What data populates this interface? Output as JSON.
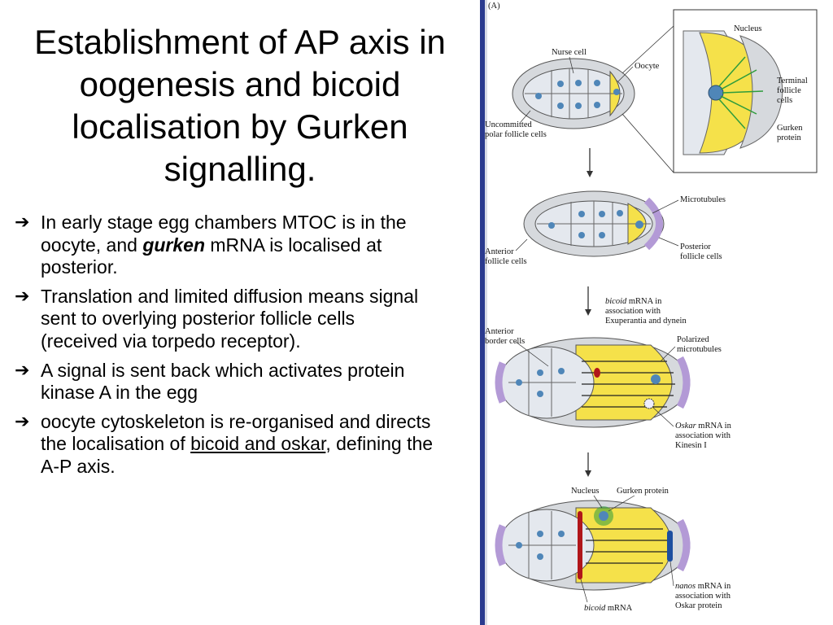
{
  "slide": {
    "title": "Establishment of AP axis in oogenesis and bicoid localisation by Gurken signalling.",
    "bullets": [
      {
        "pre": "In early stage egg chambers MTOC is in the oocyte, and ",
        "em": "gurken",
        "post": " mRNA is localised at posterior."
      },
      {
        "text": "Translation and limited diffusion means signal sent to overlying posterior follicle cells (received via torpedo receptor)."
      },
      {
        "text": "A signal is sent back which activates protein kinase A in the egg"
      },
      {
        "pre": "oocyte cytoskeleton is re-organised and directs the localisation of ",
        "link": "bicoid and oskar",
        "post": ", defining the A-P axis."
      }
    ],
    "bullet_icon": "right-arrow-icon"
  },
  "figure": {
    "panel": "(A)",
    "labels": {
      "nurse_cell": "Nurse cell",
      "oocyte": "Oocyte",
      "nucleus_inset": "Nucleus",
      "terminal_1": "Terminal",
      "terminal_2": "follicle",
      "terminal_3": "cells",
      "uncommitted_1": "Uncommitted",
      "uncommitted_2": "polar follicle cells",
      "gurken_1": "Gurken",
      "gurken_2": "protein",
      "microtubules": "Microtubules",
      "anterior_1": "Anterior",
      "anterior_2": "follicle cells",
      "posterior_1": "Posterior",
      "posterior_2": "follicle cells",
      "bicoid_em": "bicoid",
      "bicoid_rest": " mRNA in",
      "bicoid_2": "association with",
      "bicoid_3": "Exuperantia and dynein",
      "border_1": "Anterior",
      "border_2": "border cells",
      "polarized_1": "Polarized",
      "polarized_2": "microtubules",
      "oskar_em": "Oskar",
      "oskar_rest": " mRNA in",
      "oskar_2": "association with",
      "oskar_3": "Kinesin I",
      "nucleus_4": "Nucleus",
      "gurken_4": "Gurken protein",
      "nanos_em": "nanos",
      "nanos_rest": " mRNA in",
      "nanos_2": "association with",
      "nanos_3": "Oskar protein",
      "bicoid_bottom_em": "bicoid",
      "bicoid_bottom_rest": " mRNA"
    },
    "colors": {
      "yolk": "#f5e14a",
      "nurse": "#e4e8ee",
      "follicle": "#d6d9dd",
      "nucleus": "#4f86b8",
      "posterior_follicle": "#b39ad6",
      "bicoid": "#b0161a",
      "nanos": "#1d4fa0",
      "gurken": "#2e9c3c",
      "border_line": "#2a3a8f"
    }
  }
}
